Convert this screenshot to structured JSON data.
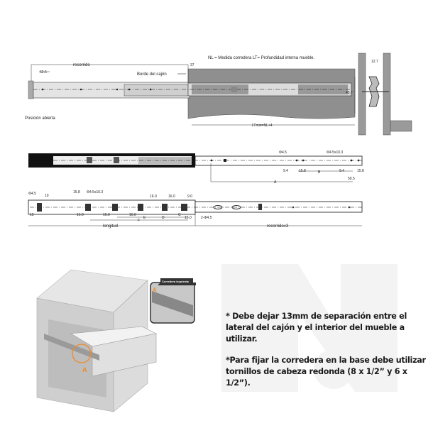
{
  "top_view": {
    "legend": "NL = Medida corredera LT= Profundidad interna mueble.",
    "recorrido": "recorrido",
    "dim_625": "62.5",
    "dim_37": "37",
    "borde": "Borde del cajón",
    "posicion": "Posición abierta",
    "ltmin": "LTmin=NL+4",
    "dim_127": "12.7",
    "dim_457": "45.7"
  },
  "middle_view": {
    "phi45": "Φ4.5",
    "phi45x103": "Φ4.5x10.3",
    "d94a": "9.4",
    "d158a": "15.8",
    "d94b": "9.4",
    "d158b": "15.8",
    "B": "B",
    "A": "A",
    "d505": "50.5"
  },
  "bottom_view": {
    "phi45": "Φ4.5",
    "d19": "19",
    "d158": "15.8",
    "phi45x103": "Φ4.5x10.3",
    "d160a": "16.0",
    "d160b": "16.0",
    "d90": "9.0",
    "d15": "15",
    "d160c": "16.0",
    "d160d": "16.0",
    "d160e": "16.0",
    "d150": "15.0",
    "holes": "2-Φ4.5",
    "C": "C",
    "D": "D",
    "E": "E",
    "F": "F",
    "longitud": "longitud",
    "recorrido": "recorrido±3"
  },
  "illustration": {
    "inset_label": "Corredera izquierda",
    "marker_a": "A",
    "marker_a2": "A",
    "accent": "#f08a24"
  },
  "notes": [
    "* Debe dejar 13mm de separación entre el lateral del cajón y el interior del mueble a utilizar.",
    "*Para fijar la corredera en la base debe utilizar tornillos de cabeza redonda (8 x 1/2” y 6 x 1/2”)."
  ]
}
